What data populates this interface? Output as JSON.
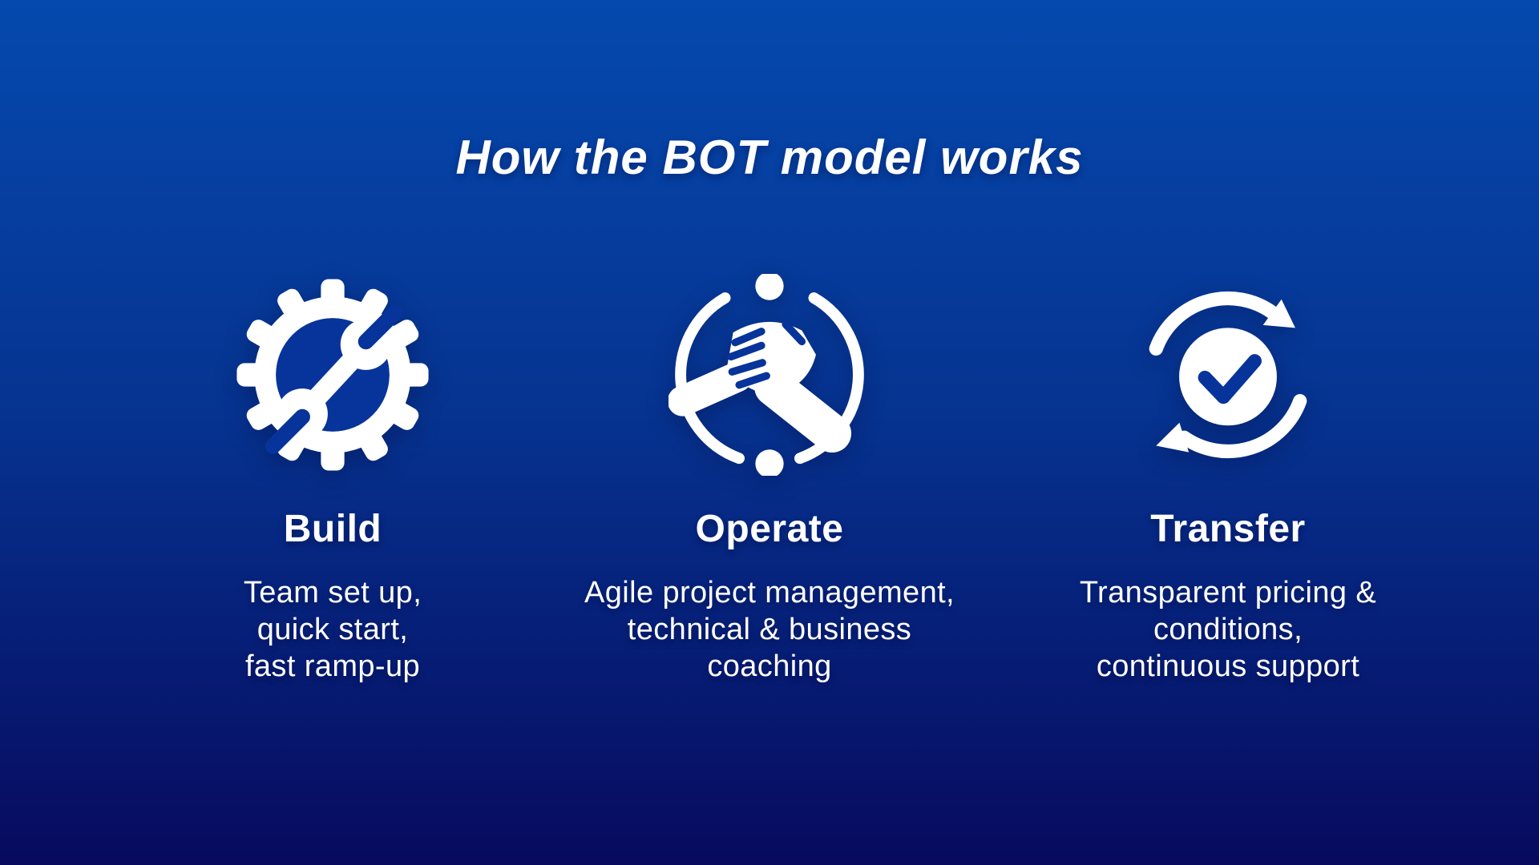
{
  "title": "How the BOT model works",
  "theme": {
    "background_top": "#0549ae",
    "background_bottom": "#070a5e",
    "text_color": "#ffffff",
    "icon_color": "#ffffff",
    "icon_cutout_color": "#07349a"
  },
  "columns": [
    {
      "icon": "gear-wrench-icon",
      "heading": "Build",
      "description": "Team set up,\nquick start,\nfast ramp-up"
    },
    {
      "icon": "handshake-icon",
      "heading": "Operate",
      "description": "Agile project management,\ntechnical & business\ncoaching"
    },
    {
      "icon": "cycle-check-icon",
      "heading": "Transfer",
      "description": "Transparent pricing &\nconditions,\ncontinuous support"
    }
  ]
}
